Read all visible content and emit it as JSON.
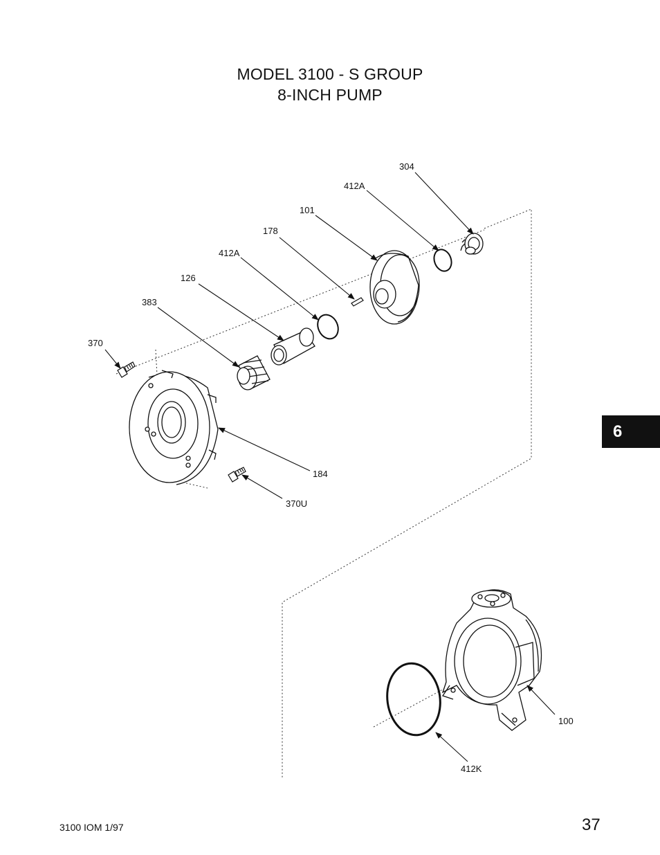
{
  "title": {
    "line1": "MODEL 3100 - S GROUP",
    "line2": "8-INCH PUMP"
  },
  "callouts": {
    "c304": "304",
    "c412a_top": "412A",
    "c101": "101",
    "c178": "178",
    "c412a_mid": "412A",
    "c126": "126",
    "c383": "383",
    "c370": "370",
    "c184": "184",
    "c370u": "370U",
    "c100": "100",
    "c412k": "412K"
  },
  "section_tab": "6",
  "footer": {
    "document_id": "3100 IOM 1/97",
    "page_number": "37"
  }
}
